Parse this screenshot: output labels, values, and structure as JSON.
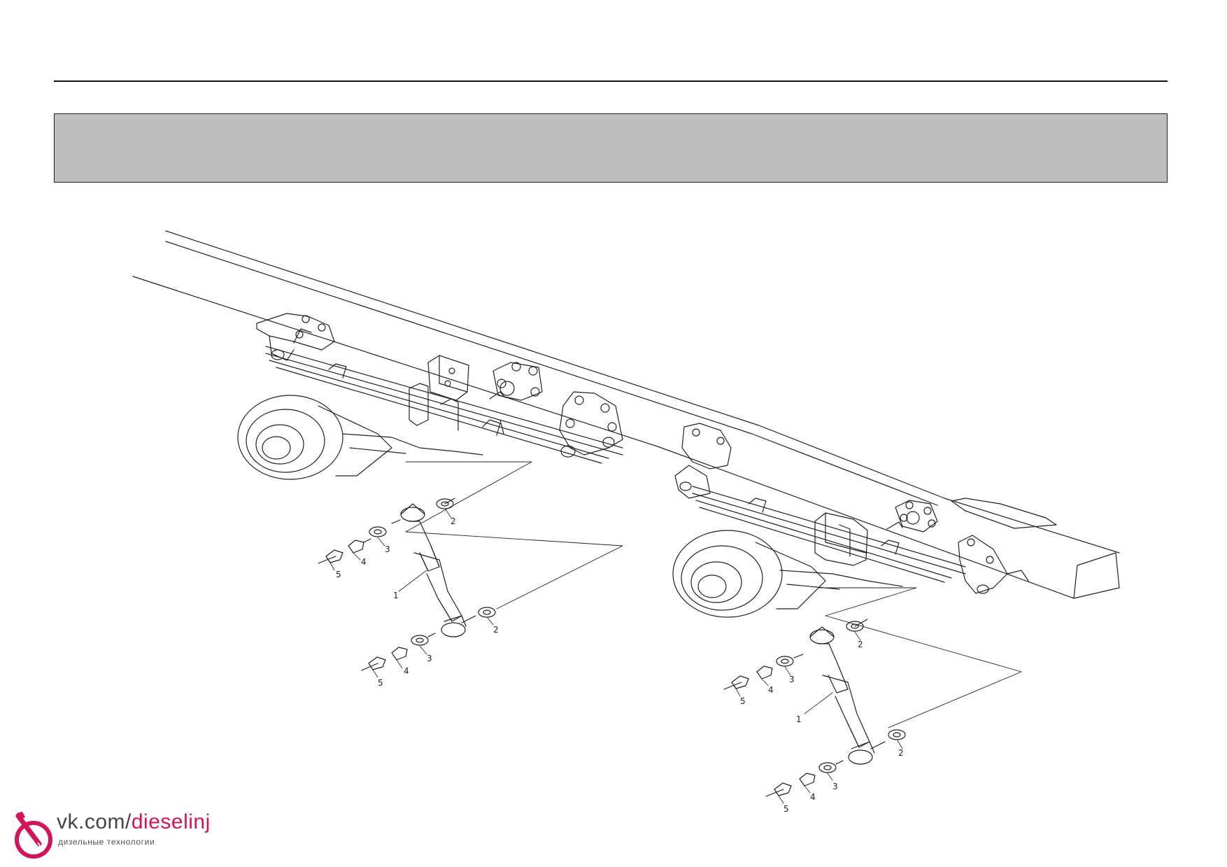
{
  "callouts": {
    "left_shock_label": "1",
    "left_upper_washer_2": "2",
    "left_lower_washer_2": "2",
    "left_upper_3": "3",
    "left_upper_4": "4",
    "left_upper_5": "5",
    "left_lower_3": "3",
    "left_lower_4": "4",
    "left_lower_5": "5",
    "right_shock_label": "1",
    "right_upper_washer_2": "2",
    "right_lower_washer_2": "2",
    "right_upper_3": "3",
    "right_upper_4": "4",
    "right_upper_5": "5",
    "right_lower_3": "3",
    "right_lower_4": "4",
    "right_lower_5": "5"
  },
  "watermark": {
    "url_prefix": "vk.com/",
    "url_accent": "dieselinj",
    "subtitle": "дизельные технологии"
  },
  "colors": {
    "banner": "#bebebe",
    "line": "#222222",
    "accent": "#d4145a"
  }
}
